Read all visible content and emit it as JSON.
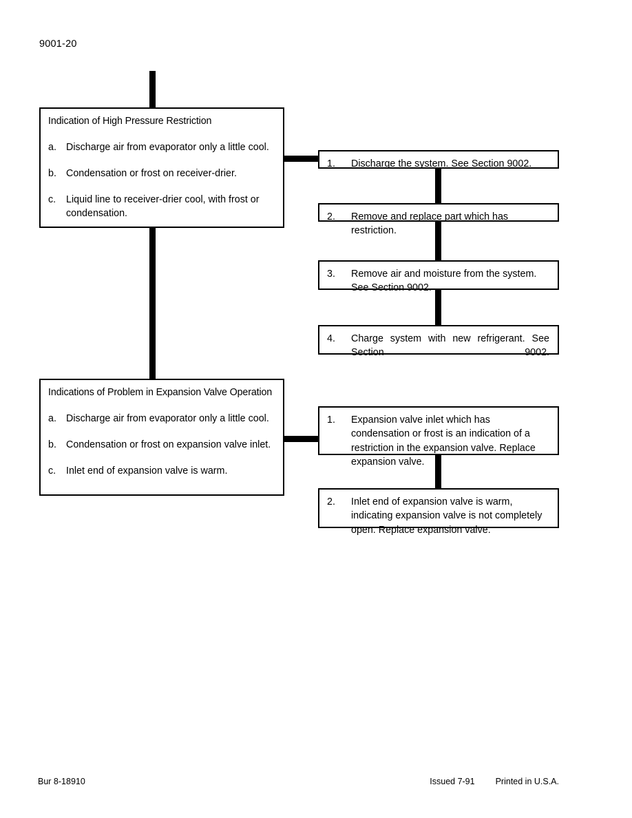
{
  "page": {
    "number": "9001-20",
    "footer_left": "Bur 8-18910",
    "footer_issued": "Issued 7-91",
    "footer_printed": "Printed in U.S.A.",
    "ink_color": "#000000",
    "paper_color": "#ffffff"
  },
  "groups": [
    {
      "symptom": {
        "title": "Indication of High Pressure Restriction",
        "items": [
          {
            "mark": "a.",
            "text": "Discharge air from evaporator only a little cool."
          },
          {
            "mark": "b.",
            "text": "Condensation or frost on receiver-drier."
          },
          {
            "mark": "c.",
            "text": "Liquid line to receiver-drier cool, with frost or condensation."
          }
        ]
      },
      "actions": [
        {
          "num": "1.",
          "text": "Discharge the system. See Section 9002."
        },
        {
          "num": "2.",
          "text": "Remove and replace part which has restriction."
        },
        {
          "num": "3.",
          "text": "Remove air and moisture from the system. See Section 9002."
        },
        {
          "num": "4.",
          "text": "Charge system with new refrigerant. See Section 9002."
        }
      ]
    },
    {
      "symptom": {
        "title": "Indications of Problem in Expansion Valve Operation",
        "items": [
          {
            "mark": "a.",
            "text": "Discharge air from evaporator only a little cool."
          },
          {
            "mark": "b.",
            "text": "Condensation or frost on expansion valve inlet."
          },
          {
            "mark": "c.",
            "text": "Inlet end of expansion valve is warm."
          }
        ]
      },
      "actions": [
        {
          "num": "1.",
          "text": "Expansion valve inlet which has condensation or frost is an indication of a restriction in the expansion valve. Replace expansion valve."
        },
        {
          "num": "2.",
          "text": "Inlet end of expansion valve is warm, indicating expansion valve is not completely open. Replace expansion valve."
        }
      ]
    }
  ]
}
